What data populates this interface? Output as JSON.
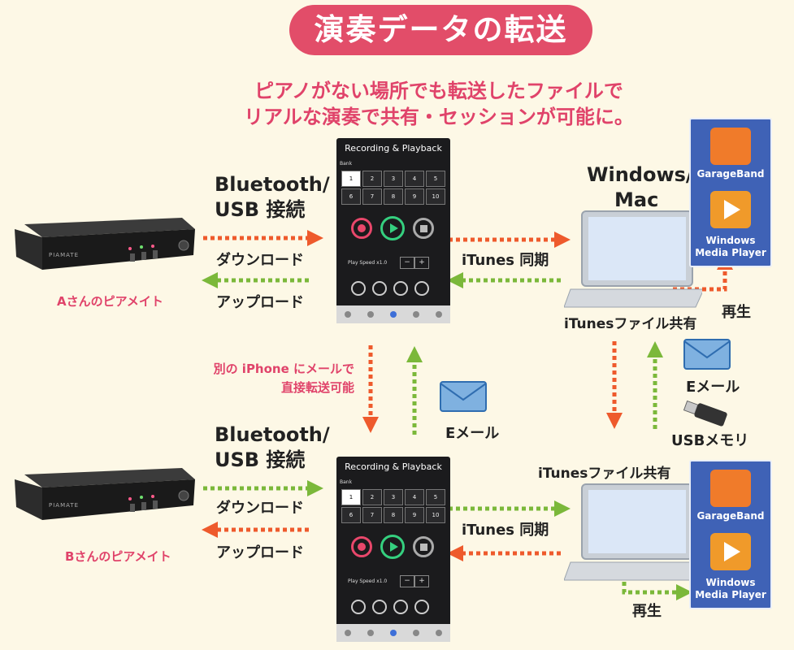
{
  "title": "演奏データの転送",
  "subtitle": {
    "line1": "ピアノがない場所でも転送したファイルで",
    "line2": "リアルな演奏で共有・セッションが可能に。"
  },
  "top": {
    "connection": {
      "line1": "Bluetooth/",
      "line2": "USB 接続"
    },
    "download": "ダウンロード",
    "upload": "アップロード",
    "owner": "Aさんのピアメイト",
    "itunes_sync": "iTunes 同期",
    "pc": {
      "line1": "Windows/",
      "line2": "Mac"
    },
    "file_share": "iTunesファイル共有",
    "play": "再生"
  },
  "middle": {
    "note": {
      "line1": "別の iPhone にメールで",
      "line2": "直接転送可能"
    },
    "email_left": "Eメール",
    "email_right": "Eメール",
    "usb_memory": "USBメモリ"
  },
  "bottom": {
    "connection": {
      "line1": "Bluetooth/",
      "line2": "USB 接続"
    },
    "download": "ダウンロード",
    "upload": "アップロード",
    "owner": "Bさんのピアメイト",
    "itunes_sync": "iTunes 同期",
    "file_share": "iTunesファイル共有",
    "play": "再生"
  },
  "device": {
    "brand": "PIAMATE"
  },
  "phone": {
    "title": "Recording & Playback",
    "bank_label": "Bank",
    "bank_numbers": [
      "1",
      "2",
      "3",
      "4",
      "5",
      "6",
      "7",
      "8",
      "9",
      "10"
    ],
    "play_speed": "Play Speed",
    "speed_value": "x1.0",
    "minus": "−",
    "plus": "+"
  },
  "apps": {
    "garageband": "GarageBand",
    "wmp_line1": "Windows",
    "wmp_line2": "Media Player"
  },
  "colors": {
    "title_bg": "#e24d69",
    "pink_text": "#e0436a",
    "orange_arrow": "#ee5a2c",
    "green_arrow": "#7bb83a",
    "app_box": "#3f62b6",
    "background": "#fdf8e6"
  }
}
